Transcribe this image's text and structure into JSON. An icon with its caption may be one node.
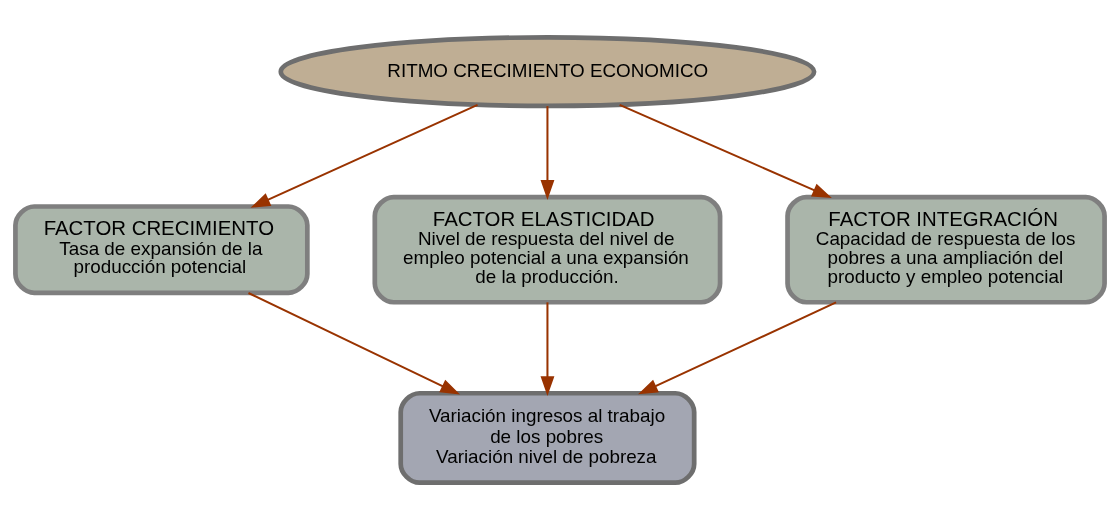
{
  "diagram": {
    "nodes": [
      {
        "text": [
          "RITMO CRECIMIENTO ECONOMICO"
        ]
      },
      {
        "text": [
          "FACTOR CRECIMIENTO",
          "Tasa de expansión de la producción potencial"
        ]
      },
      {
        "text": [
          "FACTOR ELASTICIDAD",
          "Nivel de respuesta del nivel de empleo potencial a una expansión de la producción."
        ]
      },
      {
        "text": [
          "FACTOR INTEGRACIÓN",
          "Capacidad de respuesta de los pobres a una ampliación del producto y empleo potencial"
        ]
      },
      {
        "text": [
          "Variación ingresos al trabajo de los pobres",
          "Variación nivel de pobreza"
        ]
      }
    ],
    "edges": [
      {
        "from": 0,
        "to": 1,
        "arrow": "to"
      },
      {
        "from": 0,
        "to": 2,
        "arrow": "to"
      },
      {
        "from": 0,
        "to": 3,
        "arrow": "to"
      },
      {
        "from": 1,
        "to": 4,
        "arrow": "to"
      },
      {
        "from": 2,
        "to": 4,
        "arrow": "to"
      },
      {
        "from": 3,
        "to": 4,
        "arrow": "to"
      }
    ]
  }
}
